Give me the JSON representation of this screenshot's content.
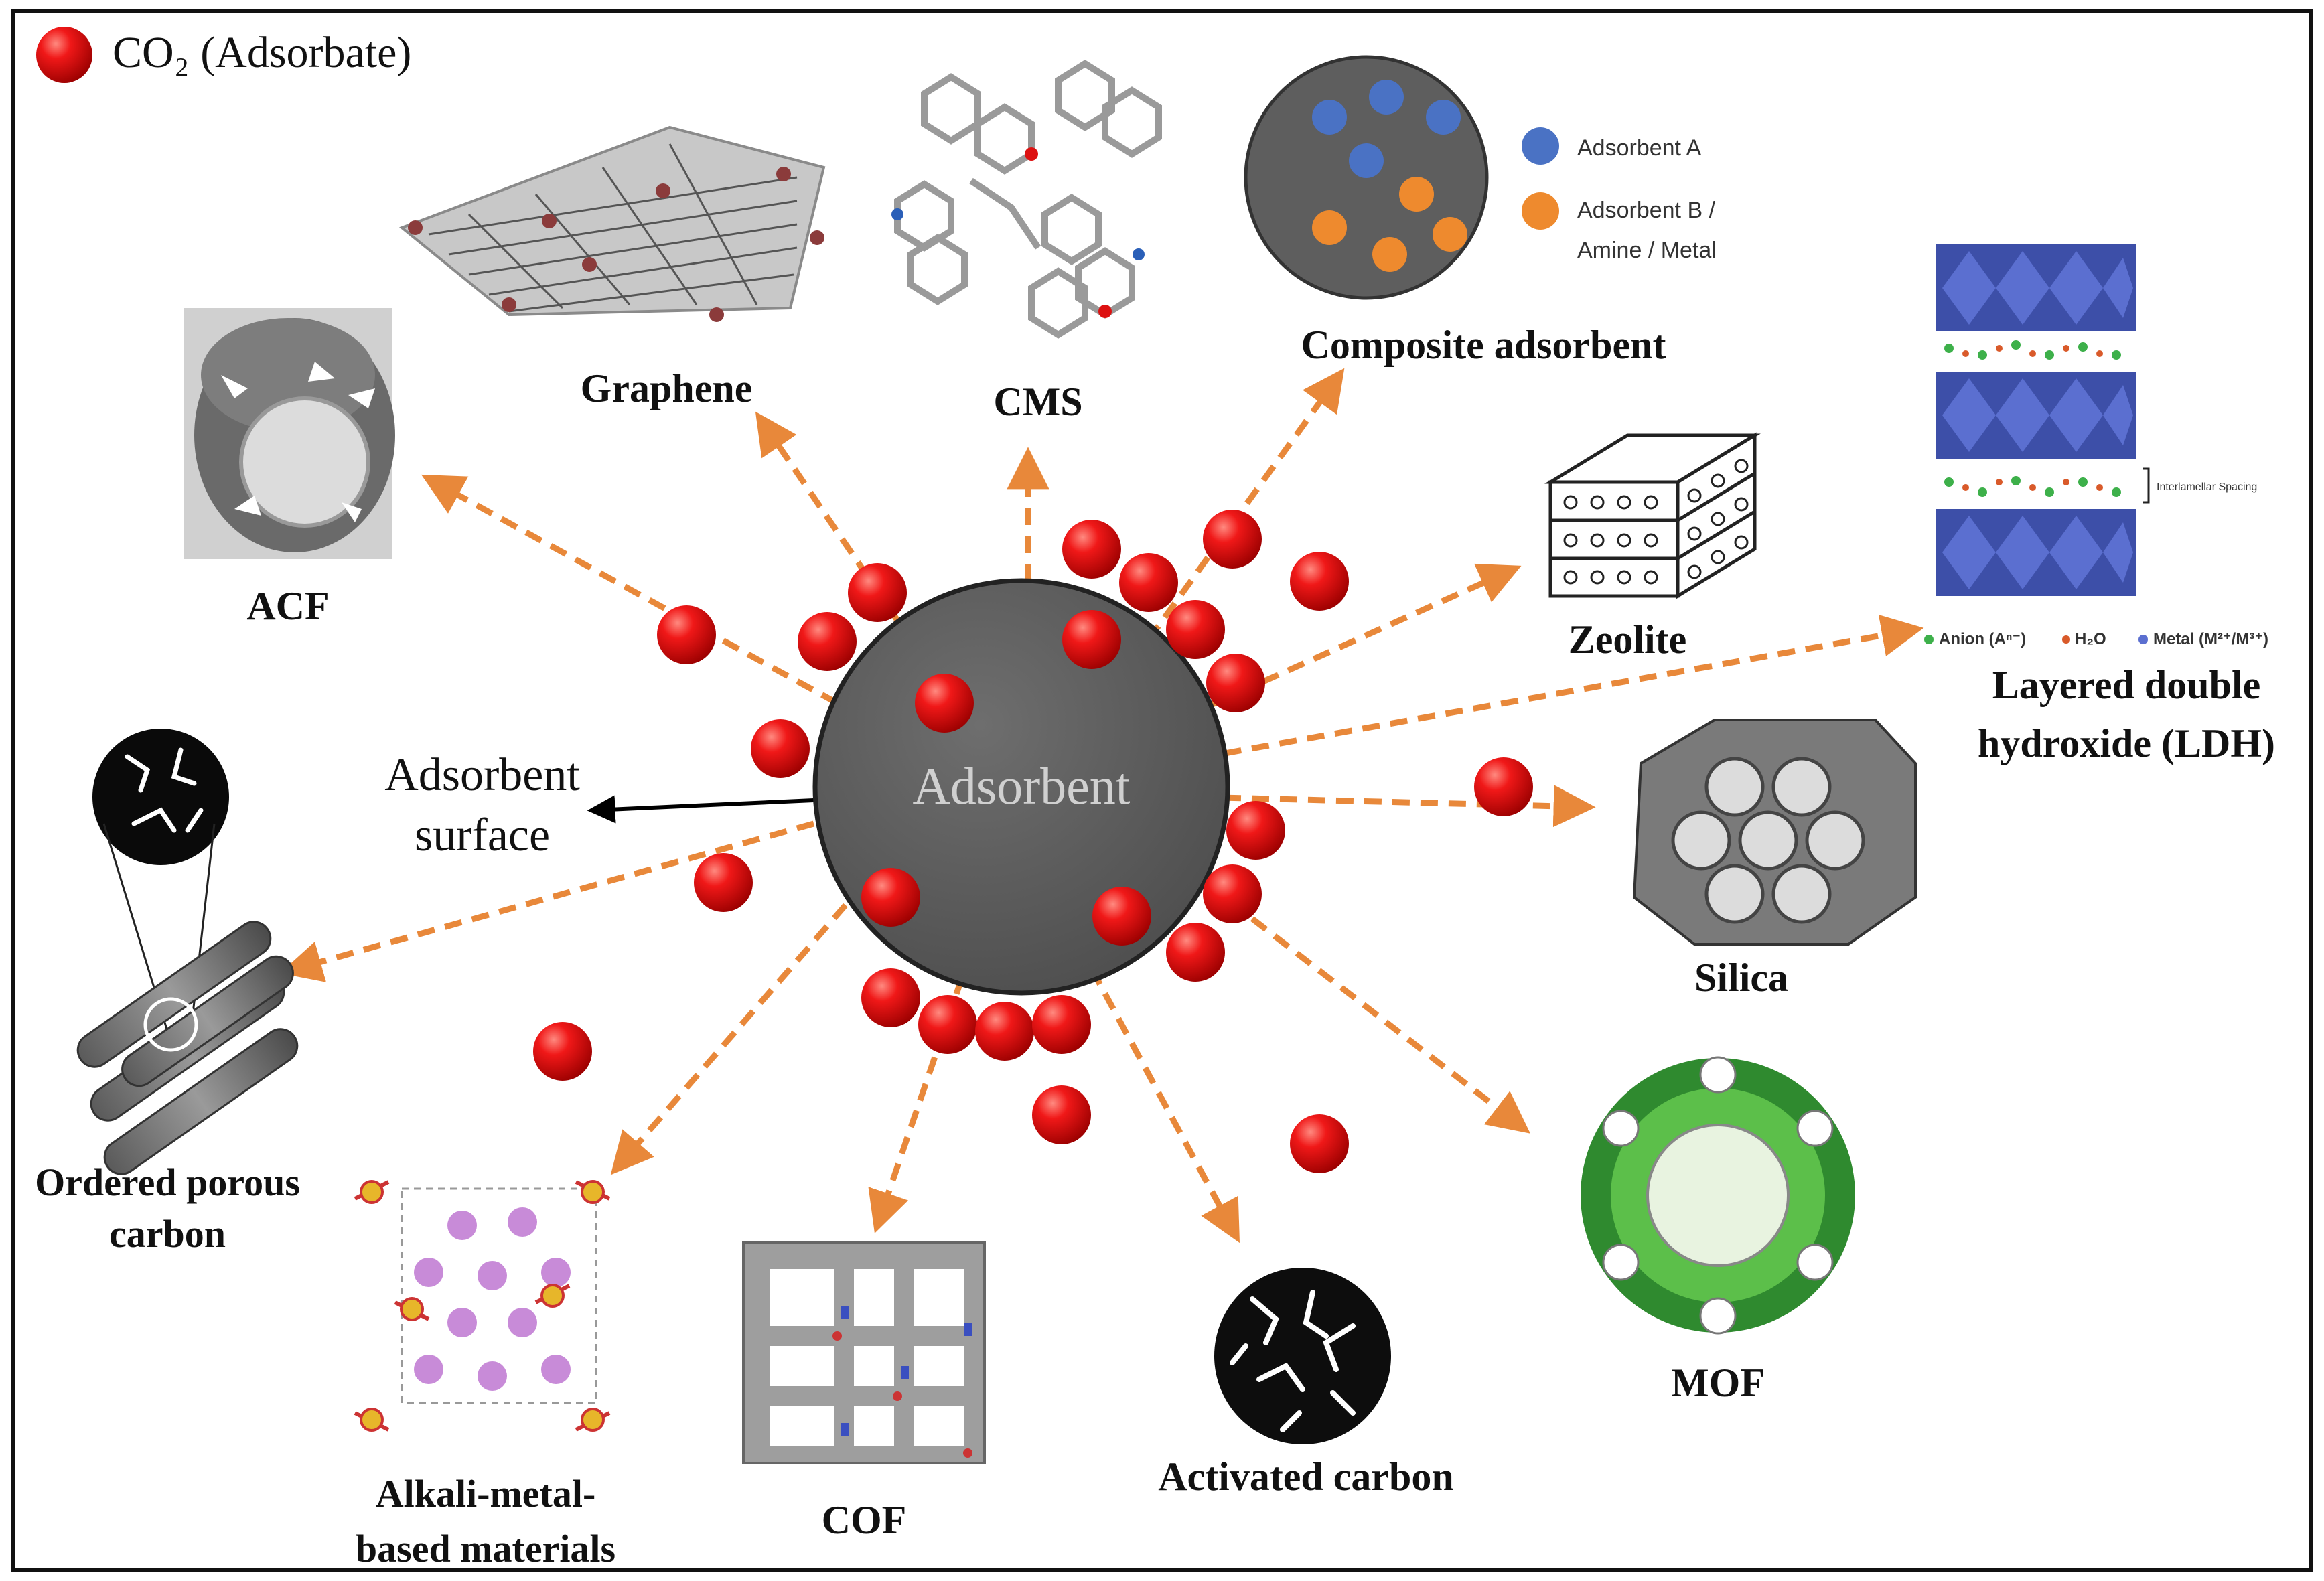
{
  "legend": {
    "co2_label": "CO₂ (Adsorbate)"
  },
  "center": {
    "label": "Adsorbent"
  },
  "surface_label": {
    "line1": "Adsorbent",
    "line2": "surface"
  },
  "materials": {
    "acf": "ACF",
    "graphene": "Graphene",
    "cms": "CMS",
    "composite": "Composite adsorbent",
    "zeolite": "Zeolite",
    "ldh_line1": "Layered double",
    "ldh_line2": "hydroxide (LDH)",
    "silica": "Silica",
    "mof": "MOF",
    "activated_carbon": "Activated carbon",
    "cof": "COF",
    "alkali_line1": "Alkali-metal-",
    "alkali_line2": "based materials",
    "ordered_line1": "Ordered porous",
    "ordered_line2": "carbon"
  },
  "composite_legend": {
    "a": "Adsorbent A",
    "b_line1": "Adsorbent B /",
    "b_line2": "Amine / Metal"
  },
  "ldh_inset": {
    "spacing": "Interlamellar Spacing",
    "anion": "Anion (Aⁿ⁻)",
    "water": "H₂O",
    "metal": "Metal (M²⁺/M³⁺)"
  },
  "colors": {
    "arrow": "#e8883a",
    "co2": "#e01010",
    "adsorbent": "#5b5b5b",
    "adsorbent_a": "#4a72c4",
    "adsorbent_b": "#ee8a2e"
  }
}
